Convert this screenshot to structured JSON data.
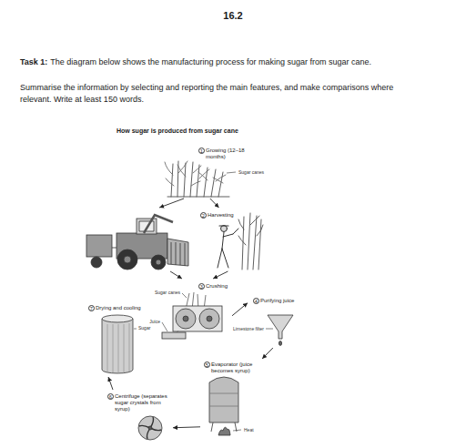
{
  "diagram": {
    "title": "How sugar is produced from sugar cane",
    "nodes": [
      {
        "text": [
          "1",
          "Growing (12–18 months)"
        ]
      },
      {
        "text": [
          "2",
          "Harvesting"
        ]
      },
      {
        "text": [
          "3",
          "Crushing"
        ]
      },
      {
        "text": [
          "4",
          "Purifying juice"
        ]
      },
      {
        "text": [
          "5",
          "Evaporator (juice becomes syrup)"
        ]
      },
      {
        "text": [
          "6",
          "Centrifuge (separates sugar crystals from syrup)"
        ]
      },
      {
        "text": [
          "7",
          "Drying and cooling"
        ]
      }
    ],
    "edges": [
      {
        "from": 0,
        "to": 1,
        "arrow": "to"
      },
      {
        "from": 1,
        "to": 2,
        "arrow": "to"
      },
      {
        "from": 2,
        "to": 3,
        "arrow": "to"
      },
      {
        "from": 3,
        "to": 4,
        "arrow": "to"
      },
      {
        "from": 4,
        "to": 5,
        "arrow": "to"
      },
      {
        "from": 5,
        "to": 6,
        "arrow": "to"
      }
    ],
    "labels": [
      "16.2",
      "Task 1:",
      "The diagram below shows the manufacturing process for making sugar from sugar cane.",
      "Summarise the information by selecting and reporting the main features, and make comparisons where relevant. Write at least 150 words.",
      "Sugar canes",
      "Sugar canes",
      "Juice",
      "Limestone filter",
      "Heat",
      "Sugar"
    ]
  }
}
